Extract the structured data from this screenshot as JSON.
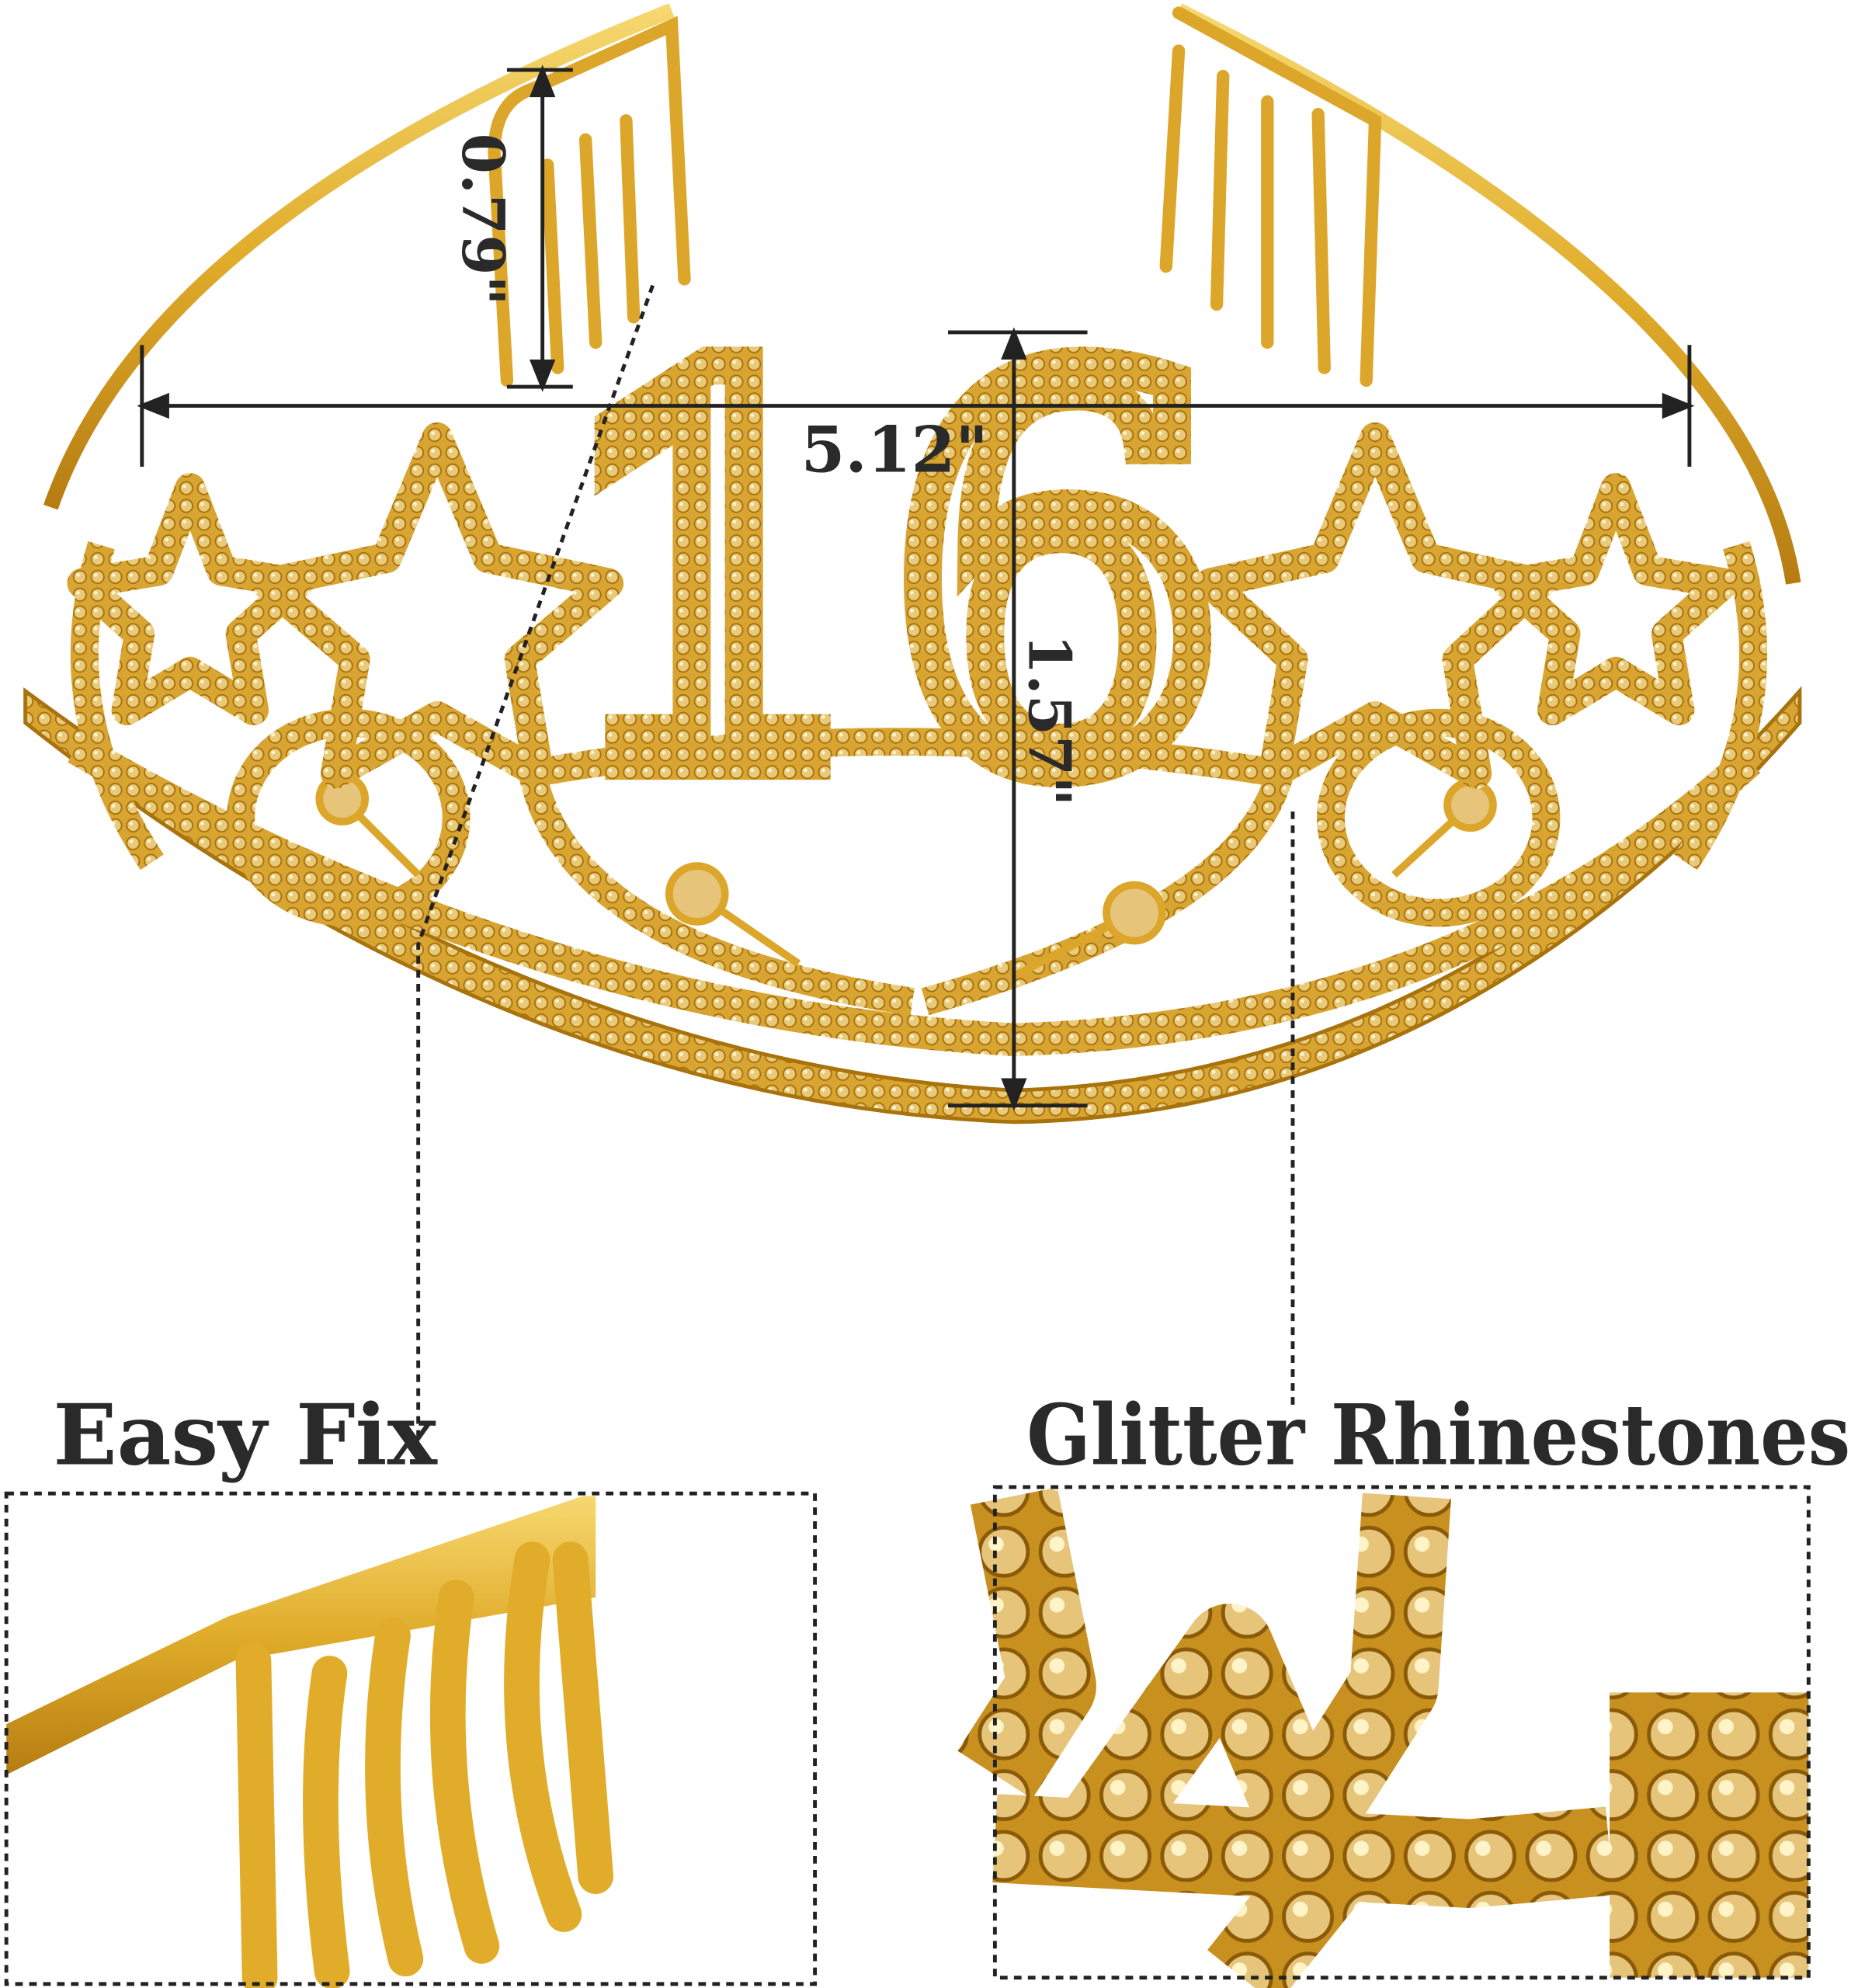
{
  "dimensions": {
    "width": "0.79\"",
    "length": "5.12\"",
    "height": "1.57\""
  },
  "tiara_number": "16",
  "features": [
    {
      "title": "Easy Fix"
    },
    {
      "title": "Glitter Rhinestones"
    }
  ],
  "colors": {
    "gold": "#e0ac2a",
    "gold_light": "#f4d66a",
    "gold_dark": "#a8720c",
    "annotation": "#222222"
  }
}
